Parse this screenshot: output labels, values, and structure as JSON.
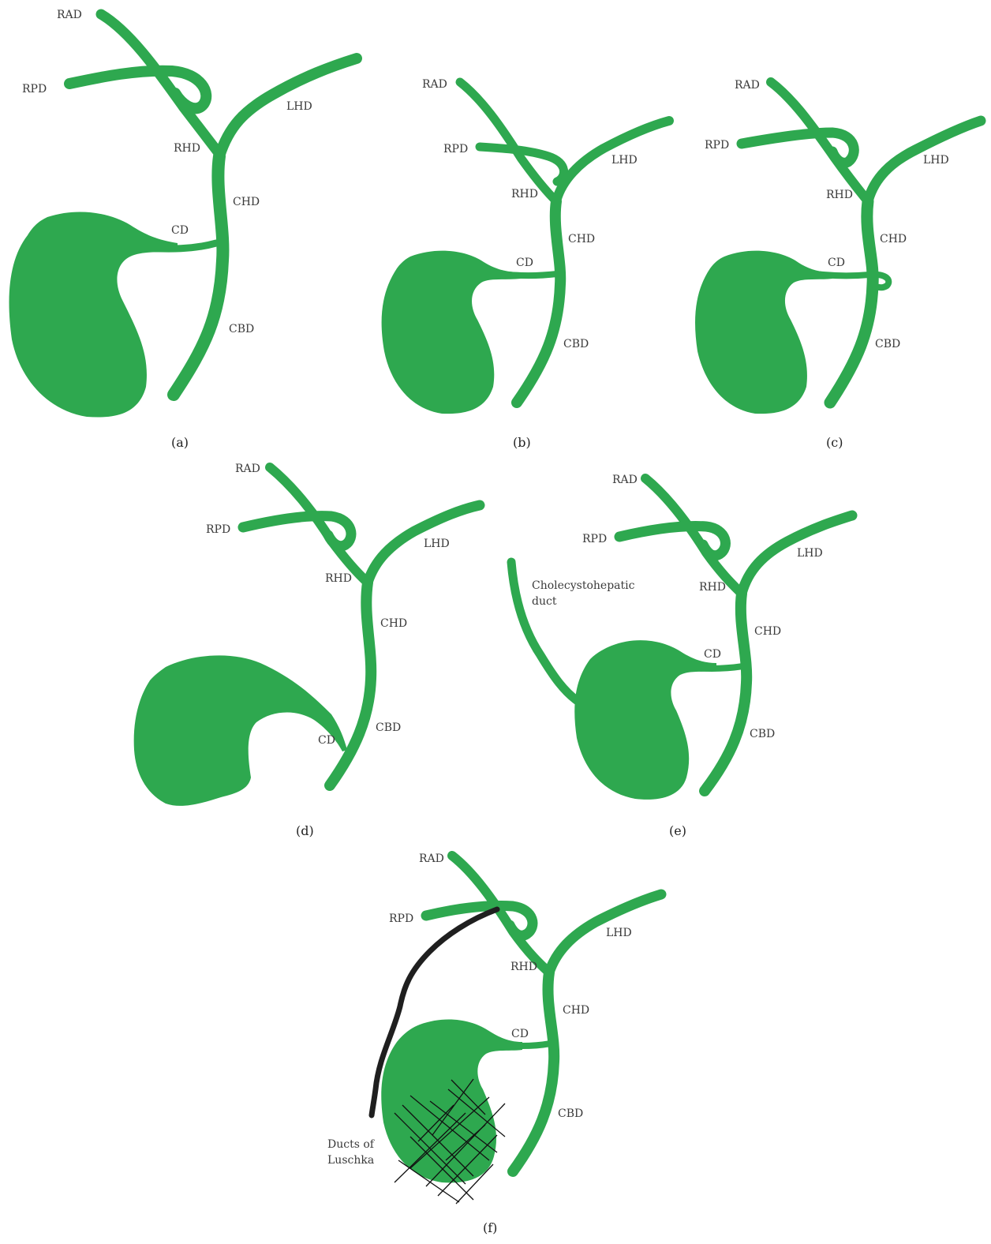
{
  "colors": {
    "duct": "#2ea84f",
    "accessory_dark": "#1f1f1f",
    "hatch": "#111111",
    "text": "#3a3a3a"
  },
  "panels": {
    "a": {
      "caption": "(a)",
      "labels": {
        "rad": "RAD",
        "rpd": "RPD",
        "rhd": "RHD",
        "lhd": "LHD",
        "chd": "CHD",
        "cd": "CD",
        "cbd": "CBD"
      }
    },
    "b": {
      "caption": "(b)",
      "labels": {
        "rad": "RAD",
        "rpd": "RPD",
        "rhd": "RHD",
        "lhd": "LHD",
        "chd": "CHD",
        "cd": "CD",
        "cbd": "CBD"
      }
    },
    "c": {
      "caption": "(c)",
      "labels": {
        "rad": "RAD",
        "rpd": "RPD",
        "rhd": "RHD",
        "lhd": "LHD",
        "chd": "CHD",
        "cd": "CD",
        "cbd": "CBD"
      }
    },
    "d": {
      "caption": "(d)",
      "labels": {
        "rad": "RAD",
        "rpd": "RPD",
        "rhd": "RHD",
        "lhd": "LHD",
        "chd": "CHD",
        "cd": "CD",
        "cbd": "CBD"
      }
    },
    "e": {
      "caption": "(e)",
      "labels": {
        "rad": "RAD",
        "rpd": "RPD",
        "rhd": "RHD",
        "lhd": "LHD",
        "chd": "CHD",
        "cd": "CD",
        "cbd": "CBD",
        "cholecysto_line1": "Cholecystohepatic",
        "cholecysto_line2": "duct"
      }
    },
    "f": {
      "caption": "(f)",
      "labels": {
        "rad": "RAD",
        "rpd": "RPD",
        "rhd": "RHD",
        "lhd": "LHD",
        "chd": "CHD",
        "cd": "CD",
        "cbd": "CBD",
        "luschka_line1": "Ducts of",
        "luschka_line2": "Luschka"
      }
    }
  }
}
